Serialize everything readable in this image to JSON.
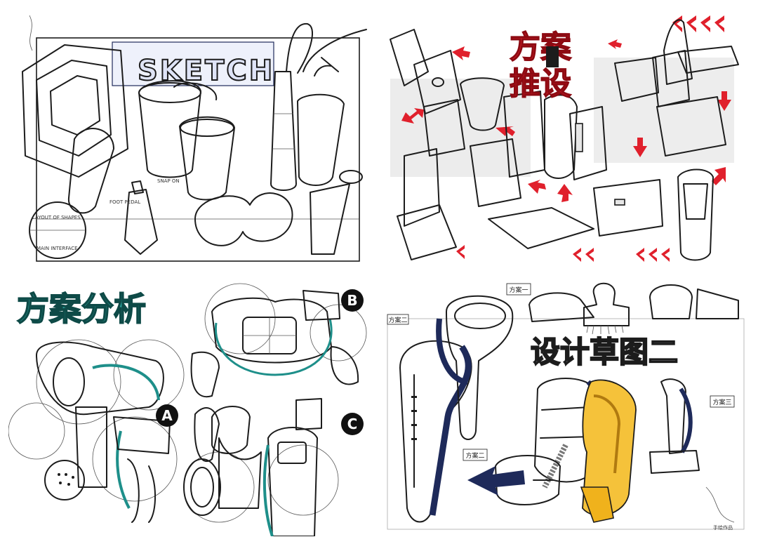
{
  "panels": {
    "sketch": {
      "title": "SKETCH",
      "notes": [
        "SNAP ON",
        "FOOT PEDAL",
        "LAYOUT OF SHAPES",
        "MAIN INTERFACE"
      ]
    },
    "options_derivation": {
      "title_line1": "方案",
      "title_line2": "推设"
    },
    "options_analysis": {
      "title": "方案分析",
      "markers": [
        "A",
        "B",
        "C"
      ]
    },
    "design_drawing": {
      "title": "设计草图二",
      "tags": [
        "方案一",
        "方案二",
        "方案三",
        "方案二"
      ],
      "stamp": "手绘作品"
    }
  },
  "colors": {
    "ink": "#1c1c1c",
    "red_accent": "#e0202c",
    "teal_accent": "#1e8f8a",
    "navy_accent": "#1e2a5a",
    "yellow_accent": "#f0b21c"
  }
}
